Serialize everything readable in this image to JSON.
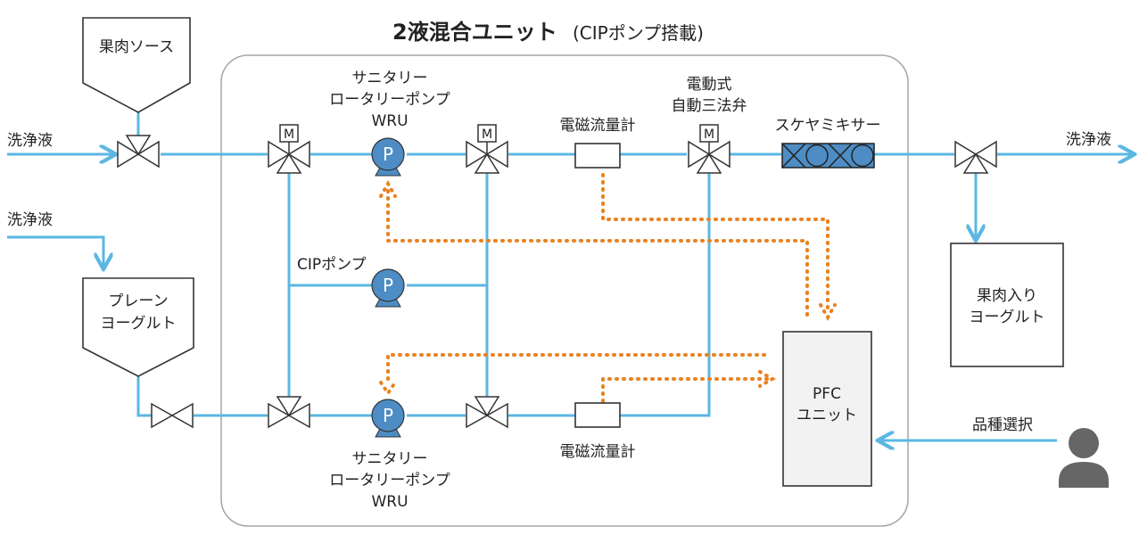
{
  "title": {
    "main": "2液混合ユニット",
    "sub": "(CIPポンプ搭載)"
  },
  "sources": {
    "fruit": "果肉ソース",
    "plain": [
      "プレーン",
      "ヨーグルト"
    ]
  },
  "wash": {
    "left_top": "洗浄液",
    "left_mid": "洗浄液",
    "right": "洗浄液"
  },
  "pumps": {
    "top": [
      "サニタリー",
      "ロータリーポンプ",
      "WRU"
    ],
    "cip": "CIPポンプ",
    "bottom": [
      "サニタリー",
      "ロータリーポンプ",
      "WRU"
    ],
    "symbol": "P"
  },
  "motor_symbol": "M",
  "meters": {
    "top": "電磁流量計",
    "bottom": "電磁流量計"
  },
  "valve3": [
    "電動式",
    "自動三法弁"
  ],
  "mixer": "スケヤミキサー",
  "pfc": [
    "PFC",
    "ユニット"
  ],
  "product": [
    "果肉入り",
    "ヨーグルト"
  ],
  "selection": "品種選択",
  "colors": {
    "flow": "#5bb7e2",
    "signal": "#e8821f",
    "pump": "#4d8cc4",
    "pfc_fill": "#f2f2f2",
    "unit_border": "#a6a6a6",
    "person": "#666666"
  }
}
